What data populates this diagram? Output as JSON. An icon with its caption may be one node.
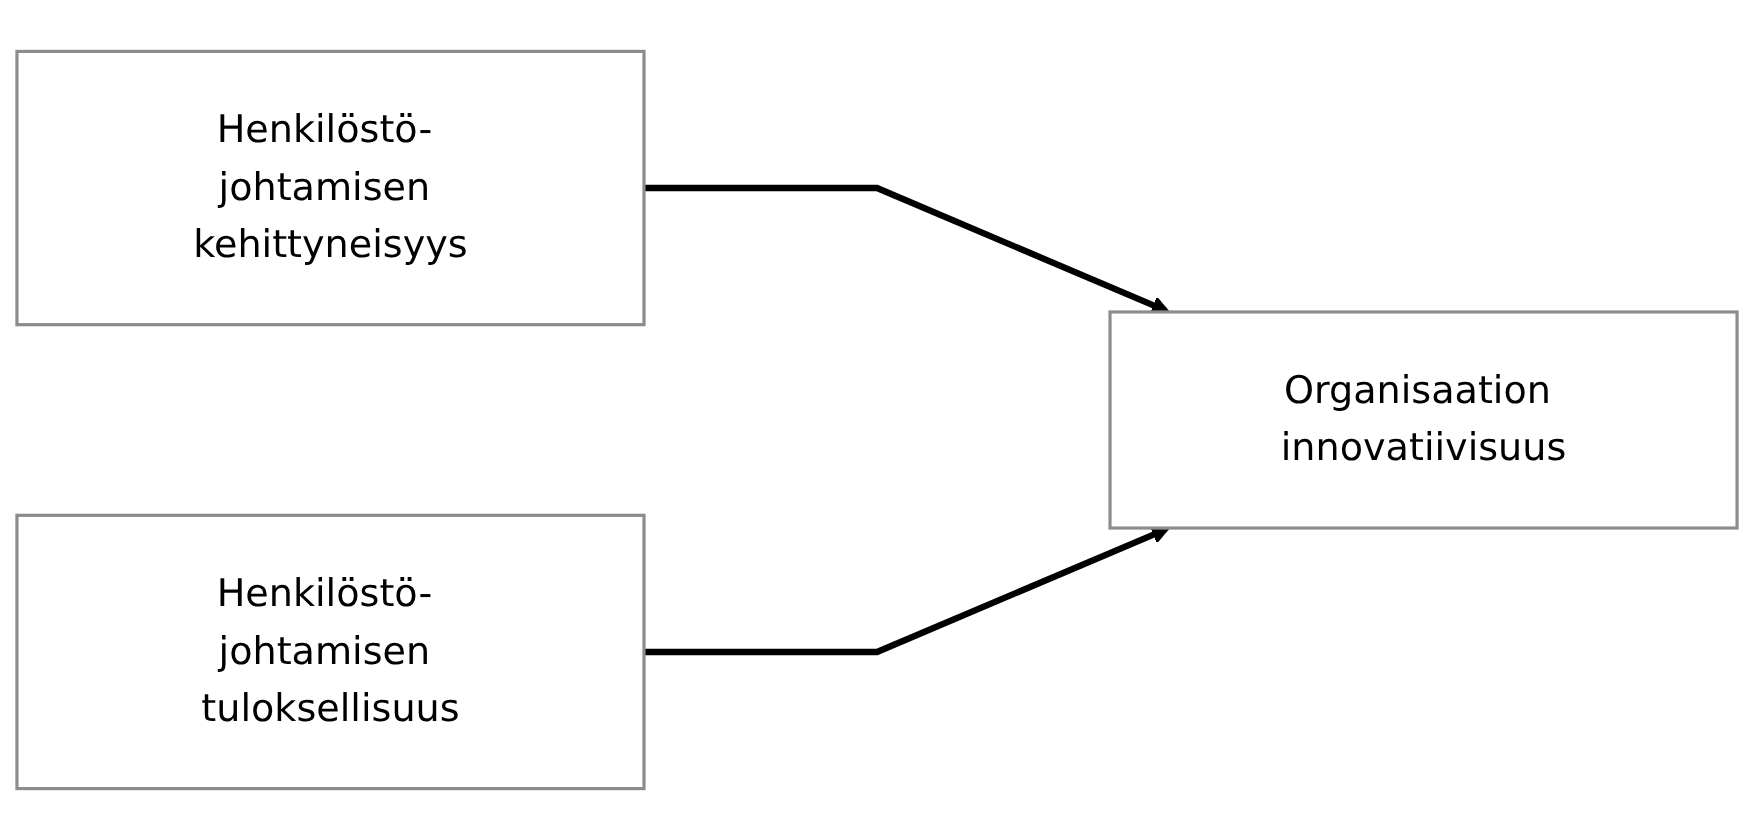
{
  "diagram": {
    "nodes": [
      {
        "text": [
          "Henkilöstö- johtamisen kehittyneisyys"
        ]
      },
      {
        "text": [
          "Organisaation innovatiivisuus"
        ]
      },
      {
        "text": [
          "Henkilöstö- johtamisen tuloksellisuus"
        ]
      }
    ],
    "edges": [
      {
        "from": 0,
        "to": 1,
        "arrow": "to"
      },
      {
        "from": 2,
        "to": 1,
        "arrow": "to"
      }
    ]
  }
}
